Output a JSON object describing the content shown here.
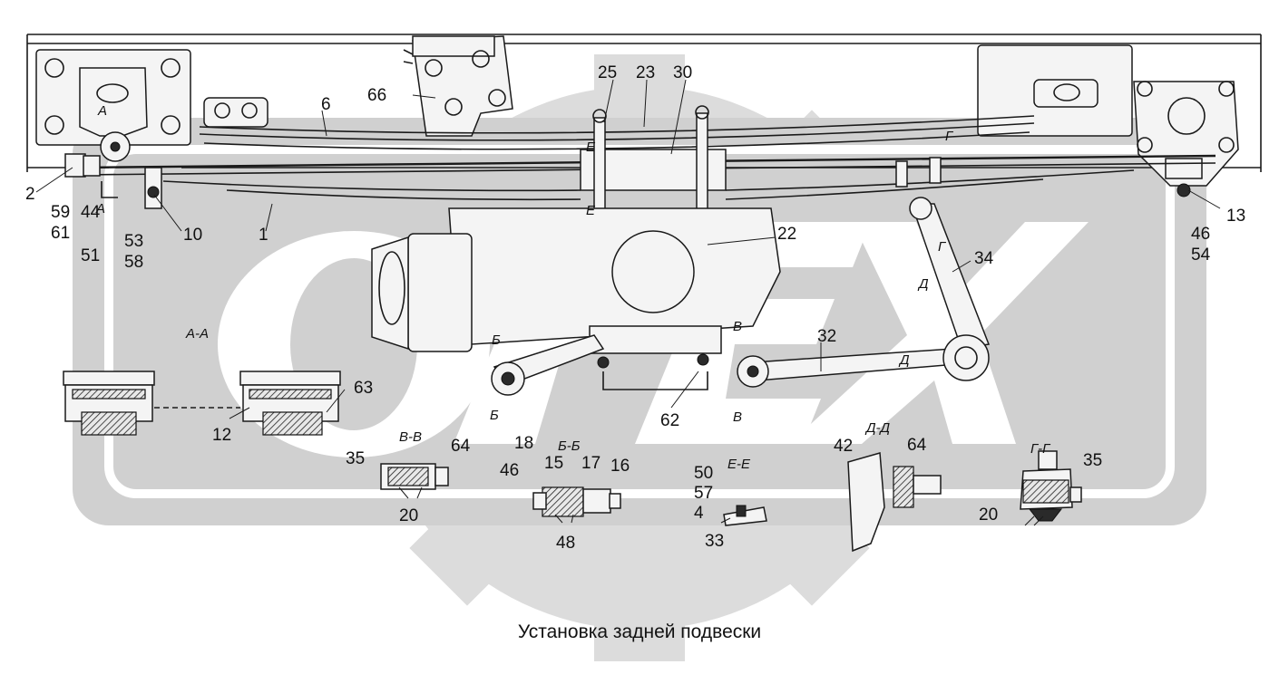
{
  "caption": "Установка задней подвески",
  "watermark": {
    "text": "ОРЕХ",
    "color": "#d9d9d9",
    "icon": "gear-icon"
  },
  "section_labels": [
    "А-А",
    "В-В",
    "Б-Б",
    "Е-Е",
    "Д-Д",
    "Г-Г"
  ],
  "cut_markers": [
    "А",
    "А",
    "Е",
    "Е",
    "Б",
    "Б",
    "В",
    "В",
    "Г",
    "Г",
    "Д",
    "Д"
  ],
  "callouts": [
    "2",
    "59",
    "61",
    "44",
    "51",
    "53",
    "58",
    "10",
    "1",
    "6",
    "66",
    "25",
    "23",
    "30",
    "22",
    "34",
    "32",
    "13",
    "46",
    "54",
    "63",
    "12",
    "62",
    "35",
    "64",
    "20",
    "18",
    "15",
    "17",
    "46",
    "16",
    "48",
    "50",
    "57",
    "4",
    "33",
    "42",
    "64",
    "35",
    "20"
  ]
}
